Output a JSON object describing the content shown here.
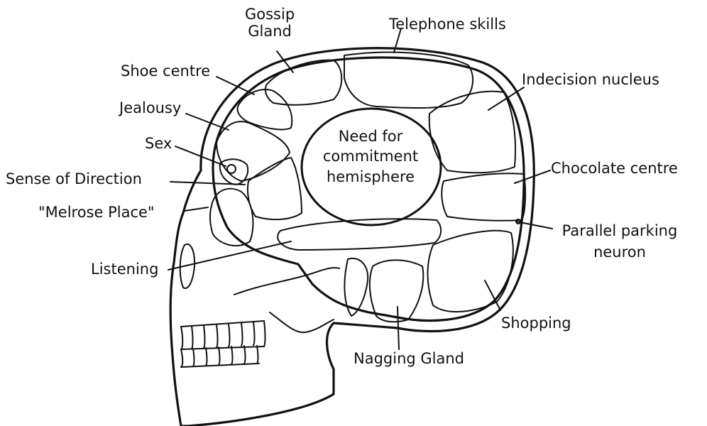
{
  "labels": {
    "gossip_gland": "Gossip\nGland",
    "telephone_skills": "Telephone skills",
    "shoe_centre": "Shoe centre",
    "indecision_nucleus": "Indecision nucleus",
    "jealousy": "Jealousy",
    "sex": "Sex",
    "need_for_commitment": "Need for\ncommitment\nhemisphere",
    "chocolate_centre": "Chocolate centre",
    "sense_of_direction": "Sense of Direction",
    "melrose_place": "\"Melrose Place\"",
    "parallel_parking": "Parallel parking\nneuron",
    "listening": "Listening",
    "shopping": "Shopping",
    "nagging_gland": "Nagging Gland"
  },
  "colors": {
    "ink": "#111111",
    "background": "#ffffff"
  }
}
